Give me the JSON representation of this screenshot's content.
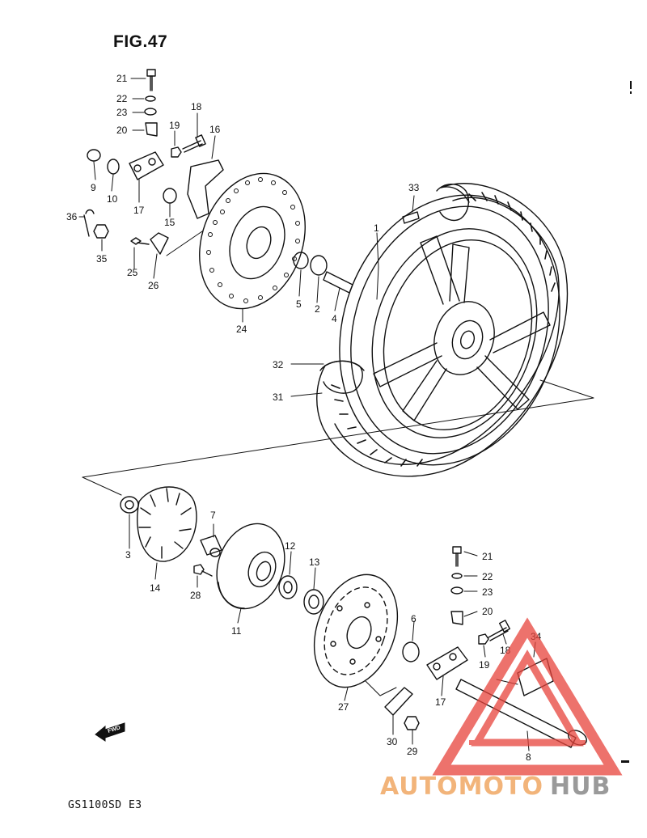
{
  "figure_title": "FIG.47",
  "model_code": "GS1100SD E3",
  "fwd_label": "FWD",
  "callouts": {
    "p1": "1",
    "p2": "2",
    "p3": "3",
    "p4": "4",
    "p5": "5",
    "p6": "6",
    "p7": "7",
    "p8": "8",
    "p9": "9",
    "p10": "10",
    "p11": "11",
    "p12": "12",
    "p13": "13",
    "p14": "14",
    "p15": "15",
    "p16a": "16",
    "p17a": "17",
    "p17b": "17",
    "p18a": "18",
    "p18b": "18",
    "p19a": "19",
    "p19b": "19",
    "p20a": "20",
    "p20b": "20",
    "p21a": "21",
    "p21b": "21",
    "p22a": "22",
    "p22b": "22",
    "p23a": "23",
    "p23b": "23",
    "p24": "24",
    "p25": "25",
    "p26": "26",
    "p27": "27",
    "p28": "28",
    "p29": "29",
    "p30": "30",
    "p31": "31",
    "p32": "32",
    "p33": "33",
    "p34": "34",
    "p35": "35",
    "p36": "36"
  },
  "watermark": {
    "part1": "AUTOMOTO",
    "part2": "HUB",
    "color1": "#f2b47a",
    "color2": "#9a9a9a",
    "logo_color": "#e8443c"
  }
}
